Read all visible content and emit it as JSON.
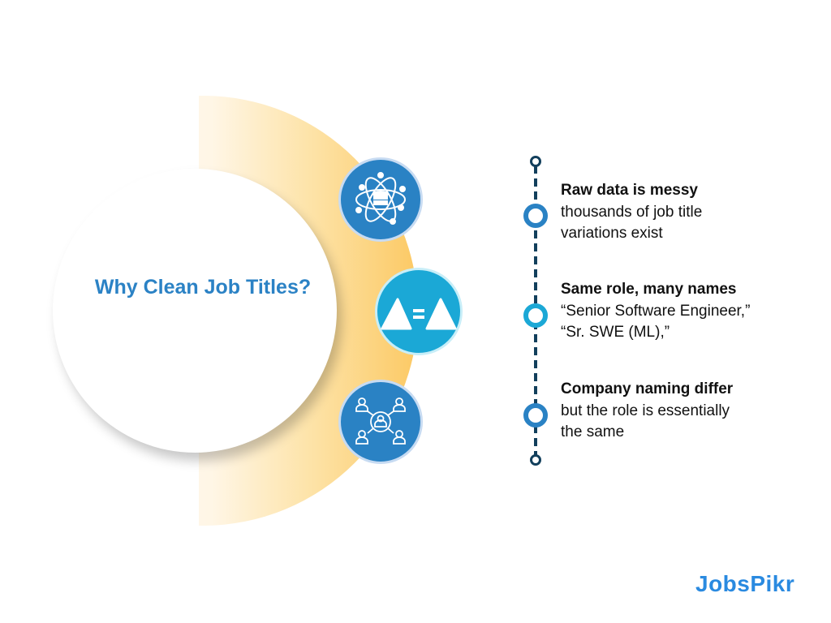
{
  "diagram": {
    "title": "Why Clean Job Titles?",
    "icons": [
      {
        "name": "data-science-atom-database-icon",
        "color": "#2a82c4"
      },
      {
        "name": "equal-triangles-icon",
        "color": "#1ba8d6"
      },
      {
        "name": "network-people-icon",
        "color": "#2a82c4"
      }
    ],
    "items": [
      {
        "heading": "Raw data is messy",
        "line1": "thousands of job title",
        "line2": "variations exist",
        "node_color": "#2a82c4"
      },
      {
        "heading": "Same role, many names",
        "line1": "“Senior Software Engineer,”",
        "line2": "“Sr. SWE (ML),”",
        "node_color": "#1ba8d6"
      },
      {
        "heading": "Company naming differ",
        "line1": "but the role is essentially",
        "line2": "the same",
        "node_color": "#2a82c4"
      }
    ],
    "colors": {
      "title": "#2b82c5",
      "timeline": "#123f5c",
      "arc_accent": "#fcc964"
    }
  },
  "logo": {
    "text": "JobsPikr"
  }
}
